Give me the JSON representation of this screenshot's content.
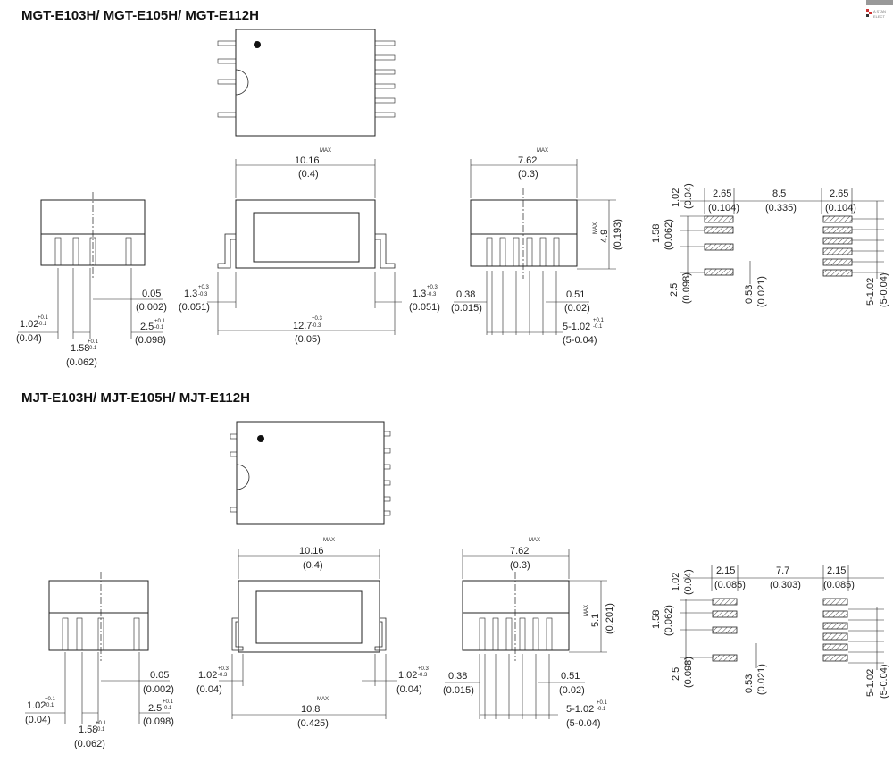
{
  "titles": {
    "top": "MGT-E103H/ MGT-E105H/ MGT-E112H",
    "bottom": "MJT-E103H/ MJT-E105H/ MJT-E112H"
  },
  "logo": {
    "text1": "A STAN",
    "text2": "ELECT"
  },
  "top": {
    "front_width": {
      "main": "10.16",
      "sup": "MAX",
      "inch": "(0.4)"
    },
    "side_width": {
      "main": "7.62",
      "sup": "MAX",
      "inch": "(0.3)"
    },
    "height": {
      "main": "4.9",
      "sup": "MAX",
      "inch": "(0.193)"
    },
    "pin_left": {
      "main": "1.3",
      "tol_up": "+0.3",
      "tol_dn": "-0.3",
      "inch": "(0.051)"
    },
    "pin_right": {
      "main": "1.3",
      "tol_up": "+0.3",
      "tol_dn": "-0.3",
      "inch": "(0.051)"
    },
    "overall": {
      "main": "12.7",
      "tol_up": "+0.3",
      "tol_dn": "-0.3",
      "inch": "(0.05)"
    },
    "end_a": {
      "main": "0.05",
      "inch": "(0.002)"
    },
    "end_pitch": {
      "main": "2.5",
      "tol_up": "+0.1",
      "tol_dn": "-0.1",
      "inch": "(0.098)"
    },
    "end_left": {
      "main": "1.02",
      "tol_up": "+0.1",
      "tol_dn": "-0.1",
      "inch": "(0.04)"
    },
    "end_mid": {
      "main": "1.58",
      "tol_up": "+0.1",
      "tol_dn": "-0.1",
      "inch": "(0.062)"
    },
    "side_pin": {
      "main": "0.38",
      "inch": "(0.015)"
    },
    "side_gap": {
      "main": "0.51",
      "inch": "(0.02)"
    },
    "side_pitch": {
      "main": "5-1.02",
      "tol_up": "+0.1",
      "tol_dn": "-0.1",
      "inch": "(5-0.04)"
    },
    "land": {
      "pad_w": {
        "main": "2.65",
        "inch": "(0.104)"
      },
      "span": {
        "main": "8.5",
        "inch": "(0.335)"
      },
      "pad_w2": {
        "main": "2.65",
        "inch": "(0.104)"
      },
      "v1": {
        "main": "1.02",
        "inch": "(0.04)"
      },
      "v2": {
        "main": "1.58",
        "inch": "(0.062)"
      },
      "v3": {
        "main": "2.5",
        "inch": "(0.098)"
      },
      "v4": {
        "main": "0.53",
        "inch": "(0.021)"
      },
      "v5": {
        "main": "5-1.02",
        "inch": "(5-0.04)"
      }
    }
  },
  "bottom": {
    "front_width": {
      "main": "10.16",
      "sup": "MAX",
      "inch": "(0.4)"
    },
    "side_width": {
      "main": "7.62",
      "sup": "MAX",
      "inch": "(0.3)"
    },
    "height": {
      "main": "5.1",
      "sup": "MAX",
      "inch": "(0.201)"
    },
    "pin_left": {
      "main": "1.02",
      "tol_up": "+0.3",
      "tol_dn": "-0.3",
      "inch": "(0.04)"
    },
    "pin_right": {
      "main": "1.02",
      "tol_up": "+0.3",
      "tol_dn": "-0.3",
      "inch": "(0.04)"
    },
    "overall": {
      "main": "10.8",
      "sup": "MAX",
      "inch": "(0.425)"
    },
    "end_a": {
      "main": "0.05",
      "inch": "(0.002)"
    },
    "end_pitch": {
      "main": "2.5",
      "tol_up": "+0.1",
      "tol_dn": "-0.1",
      "inch": "(0.098)"
    },
    "end_left": {
      "main": "1.02",
      "tol_up": "+0.1",
      "tol_dn": "-0.1",
      "inch": "(0.04)"
    },
    "end_mid": {
      "main": "1.58",
      "tol_up": "+0.1",
      "tol_dn": "-0.1",
      "inch": "(0.062)"
    },
    "side_pin": {
      "main": "0.38",
      "inch": "(0.015)"
    },
    "side_gap": {
      "main": "0.51",
      "inch": "(0.02)"
    },
    "side_pitch": {
      "main": "5-1.02",
      "tol_up": "+0.1",
      "tol_dn": "-0.1",
      "inch": "(5-0.04)"
    },
    "land": {
      "pad_w": {
        "main": "2.15",
        "inch": "(0.085)"
      },
      "span": {
        "main": "7.7",
        "inch": "(0.303)"
      },
      "pad_w2": {
        "main": "2.15",
        "inch": "(0.085)"
      },
      "v1": {
        "main": "1.02",
        "inch": "(0.04)"
      },
      "v2": {
        "main": "1.58",
        "inch": "(0.062)"
      },
      "v3": {
        "main": "2.5",
        "inch": "(0.098)"
      },
      "v4": {
        "main": "0.53",
        "inch": "(0.021)"
      },
      "v5": {
        "main": "5-1.02",
        "inch": "(5-0.04)"
      }
    }
  }
}
